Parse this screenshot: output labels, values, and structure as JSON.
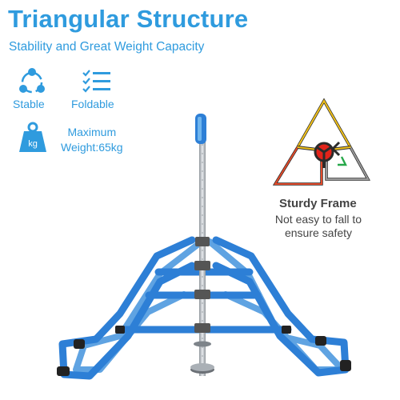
{
  "header": {
    "title": "Triangular Structure",
    "subtitle": "Stability and Great Weight Capacity"
  },
  "features": {
    "stable": {
      "icon": "stable-icon",
      "label": "Stable"
    },
    "foldable": {
      "icon": "foldable-list-icon",
      "label": "Foldable"
    },
    "weight": {
      "icon": "kg-weight-icon",
      "icon_text": "kg",
      "line1": "Maximum",
      "line2": "Weight:65kg"
    }
  },
  "frame_info": {
    "icon": "triangle-stability-diagram-icon",
    "heading": "Sturdy Frame",
    "description": "Not easy to fall to ensure safety"
  },
  "product": {
    "image": "blue-foldable-metal-frame-with-center-pole"
  },
  "colors": {
    "accent": "#2f9bde",
    "frame_blue": "#2d7fd6",
    "pole_silver": "#b9bec4",
    "heading_gray": "#444444"
  }
}
